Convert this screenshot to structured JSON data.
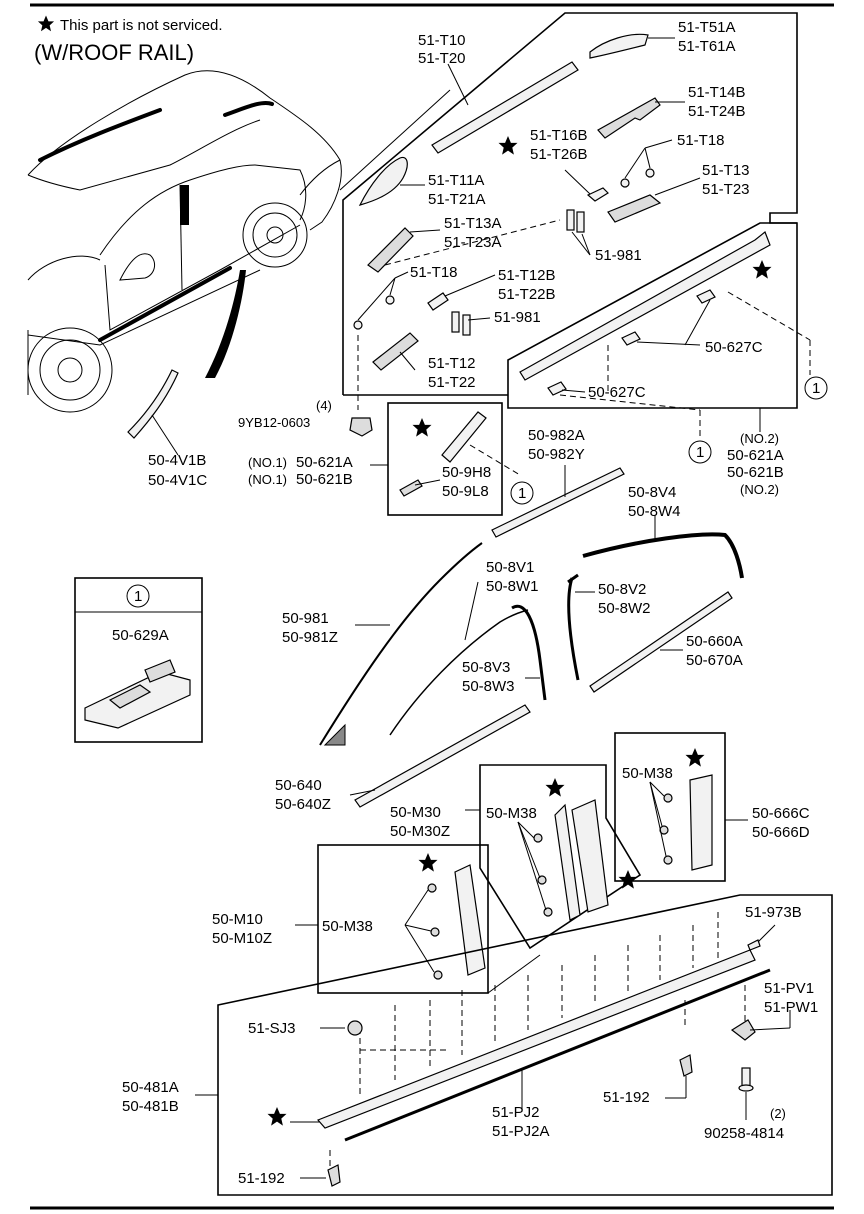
{
  "header": {
    "note": "This part is not serviced.",
    "title": "(W/ROOF RAIL)"
  },
  "labels": {
    "l51T10": "51-T10",
    "l51T20": "51-T20",
    "l51T51A": "51-T51A",
    "l51T61A": "51-T61A",
    "l51T14B": "51-T14B",
    "l51T24B": "51-T24B",
    "l51T16B": "51-T16B",
    "l51T26B": "51-T26B",
    "l51T18a": "51-T18",
    "l51T13": "51-T13",
    "l51T23": "51-T23",
    "l51T11A": "51-T11A",
    "l51T21A": "51-T21A",
    "l51T13A": "51-T13A",
    "l51T23A": "51-T23A",
    "l51981a": "51-981",
    "l51T18b": "51-T18",
    "l51T12B": "51-T12B",
    "l51T22B": "51-T22B",
    "l51981b": "51-981",
    "l51T12": "51-T12",
    "l51T22": "51-T22",
    "l50627Ca": "50-627C",
    "l50627Cb": "50-627C",
    "no2a": "(NO.2)",
    "l50621Ar": "50-621A",
    "l50621Br": "50-621B",
    "no2b": "(NO.2)",
    "qty4": "(4)",
    "l9YB12": "9YB12-0603",
    "l504V1B": "50-4V1B",
    "l504V1C": "50-4V1C",
    "no1a": "(NO.1)",
    "l50621Al": "50-621A",
    "no1b": "(NO.1)",
    "l50621Bl": "50-621B",
    "l509H8": "50-9H8",
    "l509L8": "50-9L8",
    "l50982A": "50-982A",
    "l50982Y": "50-982Y",
    "l508V4": "50-8V4",
    "l508W4": "50-8W4",
    "l508V1": "50-8V1",
    "l508W1": "50-8W1",
    "l508V2": "50-8V2",
    "l508W2": "50-8W2",
    "l50981": "50-981",
    "l50981Z": "50-981Z",
    "l50660A": "50-660A",
    "l50670A": "50-670A",
    "l508V3": "50-8V3",
    "l508W3": "50-8W3",
    "l50629A": "50-629A",
    "l50640": "50-640",
    "l50640Z": "50-640Z",
    "l50M38a": "50-M38",
    "l50M38b": "50-M38",
    "l50M38c": "50-M38",
    "l50M30": "50-M30",
    "l50M30Z": "50-M30Z",
    "l50666C": "50-666C",
    "l50666D": "50-666D",
    "l50M10": "50-M10",
    "l50M10Z": "50-M10Z",
    "l51973B": "51-973B",
    "l51PV1": "51-PV1",
    "l51PW1": "51-PW1",
    "l51SJ3": "51-SJ3",
    "l50481A": "50-481A",
    "l50481B": "50-481B",
    "l51192a": "51-192",
    "l51PJ2": "51-PJ2",
    "l51PJ2A": "51-PJ2A",
    "qty2": "(2)",
    "l90258": "90258-4814",
    "l51192b": "51-192"
  },
  "callouts": {
    "ref1": "1"
  },
  "icons": {
    "star": "star-icon",
    "callout": "circled-number-icon"
  }
}
